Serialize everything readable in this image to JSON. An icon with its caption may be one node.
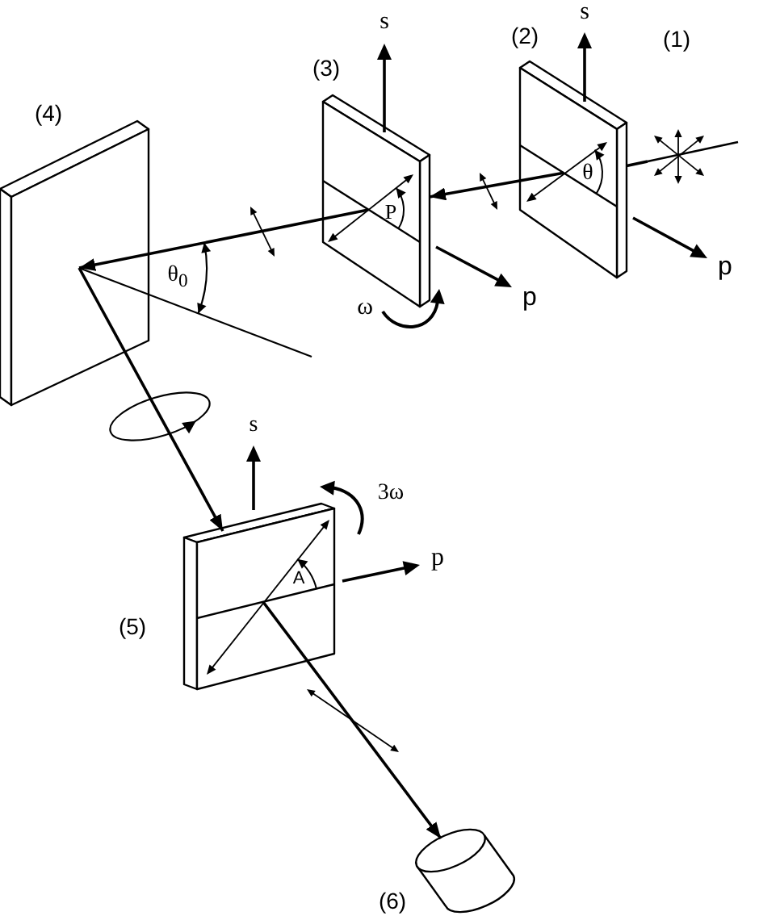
{
  "diagram": {
    "nodes": [
      {
        "text": [
          "(1)"
        ]
      },
      {
        "text": [
          "(2)",
          "θ"
        ]
      },
      {
        "text": [
          "(3)",
          "P"
        ]
      },
      {
        "text": [
          "(4)"
        ]
      },
      {
        "text": [
          "(5)",
          "A"
        ]
      },
      {
        "text": [
          "(6)"
        ]
      }
    ],
    "edges": [
      {
        "from": 0,
        "to": 1,
        "arrow": "none"
      },
      {
        "from": 1,
        "to": 2,
        "arrow": "to"
      },
      {
        "from": 2,
        "to": 3,
        "arrow": "to"
      },
      {
        "from": 3,
        "to": 4,
        "arrow": "to"
      },
      {
        "from": 4,
        "to": 5,
        "arrow": "to"
      }
    ],
    "labels": [
      "s",
      "s",
      "p",
      "θ$_{0}$",
      "p",
      "ω",
      "s",
      "3ω",
      "p"
    ]
  }
}
